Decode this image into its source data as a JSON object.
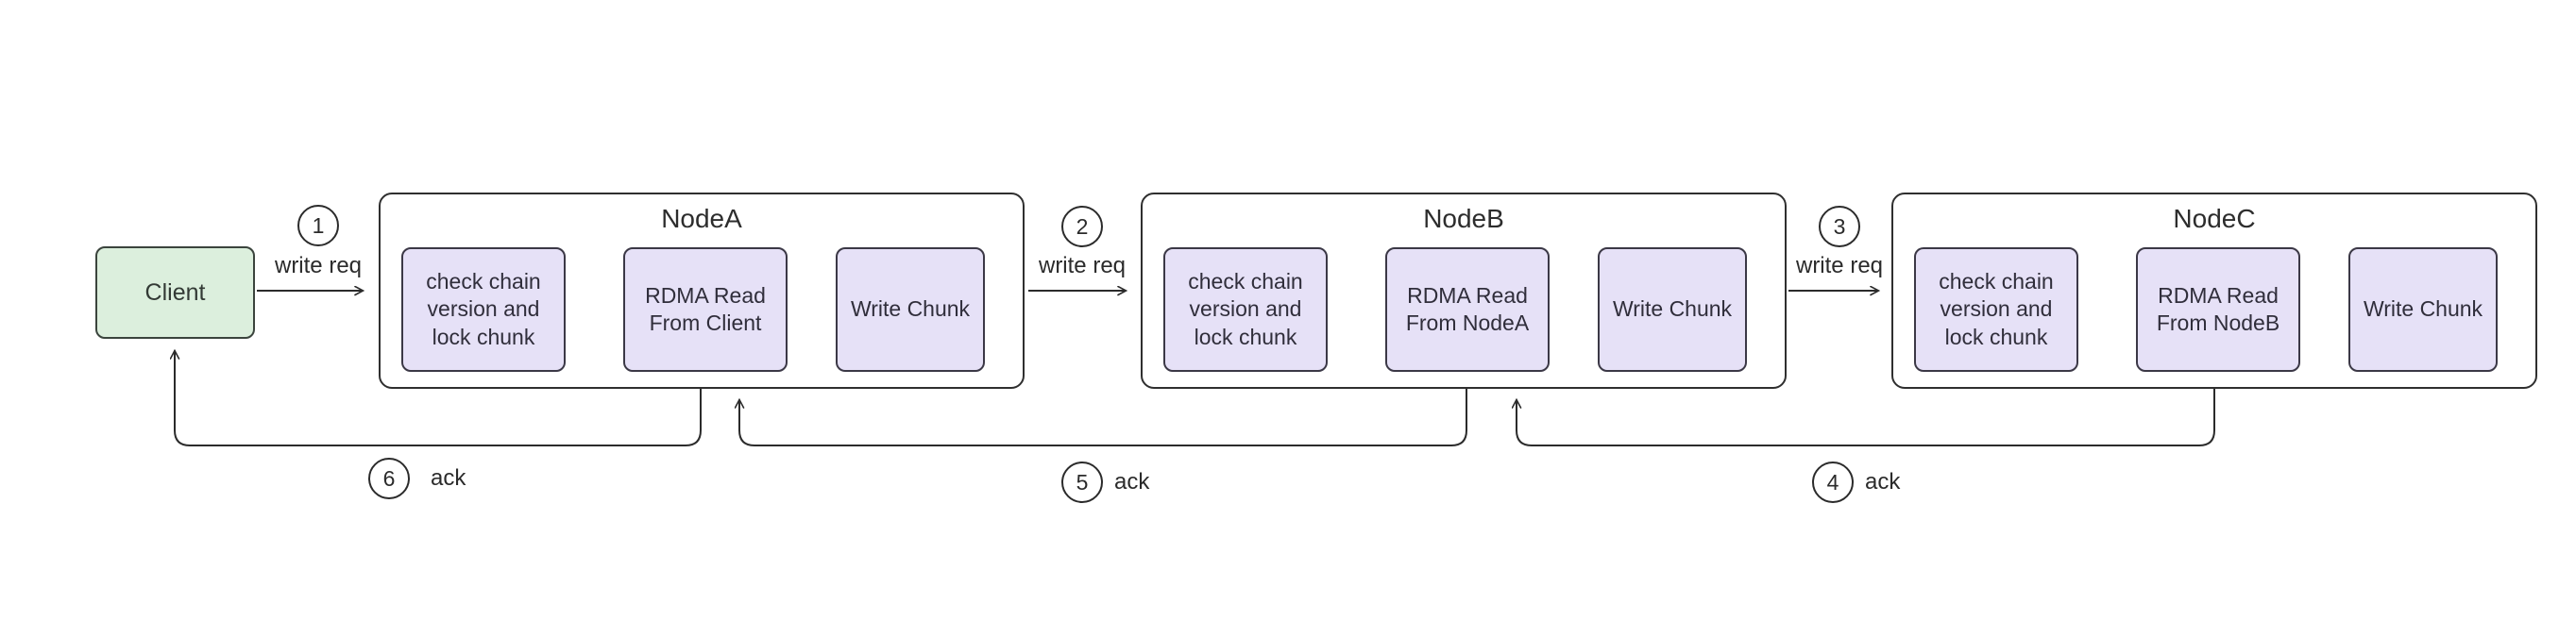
{
  "diagram": {
    "client": {
      "label": "Client"
    },
    "nodes": [
      {
        "title": "NodeA",
        "steps": [
          "check chain version and lock chunk",
          "RDMA Read From Client",
          "Write Chunk"
        ]
      },
      {
        "title": "NodeB",
        "steps": [
          "check chain version and lock chunk",
          "RDMA Read From NodeA",
          "Write Chunk"
        ]
      },
      {
        "title": "NodeC",
        "steps": [
          "check chain version and lock chunk",
          "RDMA Read From NodeB",
          "Write Chunk"
        ]
      }
    ],
    "flows": {
      "write_req_1": {
        "num": "1",
        "label": "write req"
      },
      "write_req_2": {
        "num": "2",
        "label": "write req"
      },
      "write_req_3": {
        "num": "3",
        "label": "write req"
      },
      "ack_4": {
        "num": "4",
        "label": "ack"
      },
      "ack_5": {
        "num": "5",
        "label": "ack"
      },
      "ack_6": {
        "num": "6",
        "label": "ack"
      }
    },
    "colors": {
      "client_fill": "#dcefdd",
      "step_fill": "#e6e1f7",
      "node_fill": "#ffffff",
      "line": "#2b2b2b"
    }
  }
}
